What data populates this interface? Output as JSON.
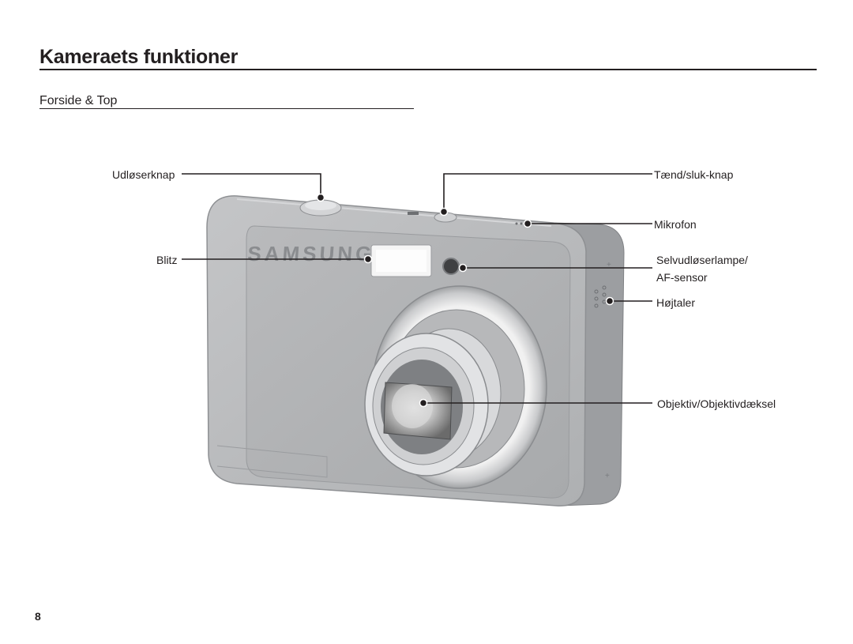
{
  "page": {
    "title": "Kameraets funktioner",
    "section_title": "Forside & Top",
    "page_number": "8"
  },
  "camera": {
    "brand_logo": "SAMSUNG"
  },
  "callouts": {
    "shutter_button": "Udløserknap",
    "flash": "Blitz",
    "power_button": "Tænd/sluk-knap",
    "microphone": "Mikrofon",
    "self_timer_lamp_line1": "Selvudløserlampe/",
    "self_timer_lamp_line2": "AF-sensor",
    "speaker": "Højtaler",
    "lens": "Objektiv/Objektivdæksel"
  }
}
